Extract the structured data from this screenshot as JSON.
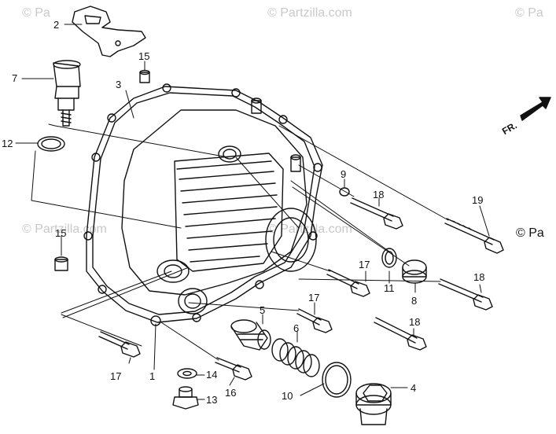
{
  "watermarks": {
    "top_left": "© Pa",
    "top_center": "© Partzilla.com",
    "top_right": "© Pa",
    "mid_left": "© Partzilla.com",
    "mid_center": "© Partzilla.com"
  },
  "copyright_right": "© Pa",
  "direction_label": "FR.",
  "callouts": [
    "1",
    "2",
    "3",
    "4",
    "5",
    "6",
    "7",
    "8",
    "9",
    "10",
    "11",
    "12",
    "13",
    "14",
    "15",
    "16",
    "17",
    "18",
    "19"
  ],
  "labels": {
    "p1": "1",
    "p2": "2",
    "p3": "3",
    "p4": "4",
    "p5": "5",
    "p6": "6",
    "p7": "7",
    "p8": "8",
    "p9": "9",
    "p10": "10",
    "p11": "11",
    "p12": "12",
    "p13": "13",
    "p14": "14",
    "p15a": "15",
    "p15b": "15",
    "p16": "16",
    "p17a": "17",
    "p17b": "17",
    "p17c": "17",
    "p18a": "18",
    "p18b": "18",
    "p18c": "18",
    "p19": "19"
  },
  "colors": {
    "line": "#111111",
    "watermark": "#c9c9c9",
    "background": "#ffffff"
  }
}
